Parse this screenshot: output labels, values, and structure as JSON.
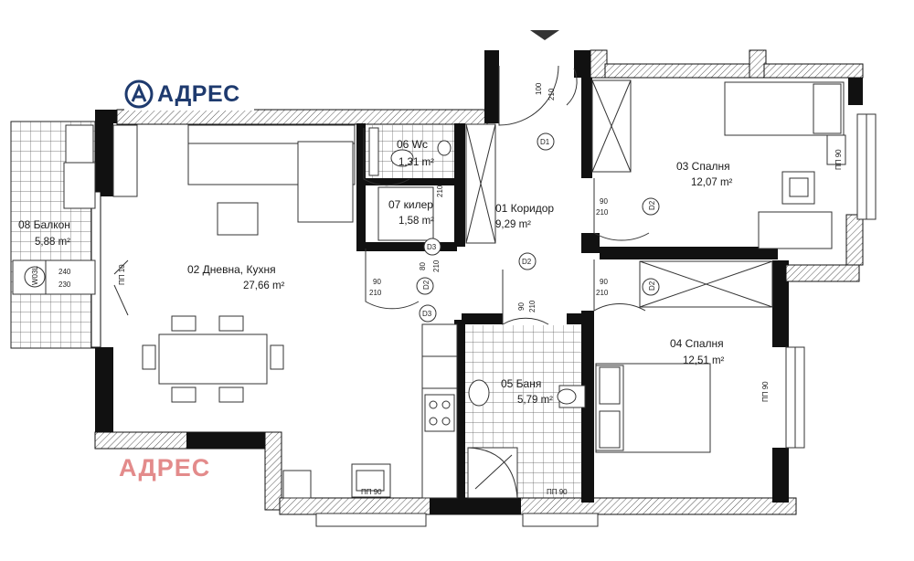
{
  "branding": {
    "logo_text": "АДРЕС",
    "watermark_text": "АДРЕС",
    "logo_color": "#1e3a6e",
    "watermark_color": "#e38b8b"
  },
  "rooms": [
    {
      "id": "corridor",
      "name": "01 Коридор",
      "area": "9,29 m²"
    },
    {
      "id": "living",
      "name": "02 Дневна, Кухня",
      "area": "27,66 m²"
    },
    {
      "id": "bedroom1",
      "name": "03 Спалня",
      "area": "12,07 m²"
    },
    {
      "id": "bedroom2",
      "name": "04 Спалня",
      "area": "12,51 m²"
    },
    {
      "id": "bathroom",
      "name": "05 Баня",
      "area": "5,79 m²"
    },
    {
      "id": "wc",
      "name": "06 Wc",
      "area": "1,31 m²"
    },
    {
      "id": "storage",
      "name": "07 килер",
      "area": "1,58 m²"
    },
    {
      "id": "balcony",
      "name": "08 Балкон",
      "area": "5,88 m²"
    }
  ],
  "doors": {
    "d1": "D1",
    "d2": "D2",
    "d3": "D3",
    "entrance_w": "100",
    "entrance_h": "210",
    "std_w": "90",
    "std_h": "210",
    "narrow_w": "80",
    "narrow_h": "210",
    "balcony_w": "240",
    "balcony_h": "230",
    "balcony_code": "W03L",
    "window_code": "ПП 90",
    "window_code_small": "ПП 10"
  }
}
